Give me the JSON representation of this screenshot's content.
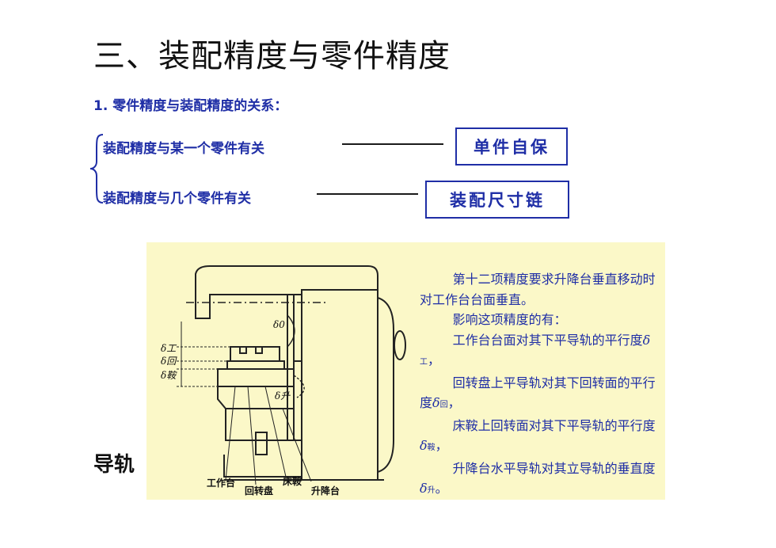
{
  "title": "三、装配精度与零件精度",
  "subtitle": "1. 零件精度与装配精度的关系：",
  "relations": [
    {
      "text": "装配精度与某一个零件有关",
      "result": "单件自保"
    },
    {
      "text": "装配精度与几个零件有关",
      "result": "装配尺寸链"
    }
  ],
  "side_label": "导轨",
  "diagram": {
    "labels": {
      "workbench": "工作台",
      "turntable": "回转盘",
      "saddle": "床鞍",
      "lift": "升降台"
    },
    "symbols": {
      "d_work": "δ工",
      "d_turn": "δ回",
      "d_saddle": "δ鞍",
      "d_zero": "δ0",
      "d_lift": "δ升"
    }
  },
  "description": {
    "p1": "第十二项精度要求升降台垂直移动时对工作台台面垂直。",
    "p2": "影响这项精度的有：",
    "p3_text": "工作台台面对其下平导轨的平行度",
    "p3_sym": "δ",
    "p3_sub": "工",
    "p3_end": "，",
    "p4_text": "回转盘上平导轨对其下回转面的平行度",
    "p4_sym": "δ",
    "p4_sub": "回",
    "p4_end": "，",
    "p5_text": "床鞍上回转面对其下平导轨的平行度",
    "p5_sym": "δ",
    "p5_sub": "鞍",
    "p5_end": "，",
    "p6_text": "升降台水平导轨对其立导轨的垂直度",
    "p6_sym": "δ",
    "p6_sub": "升",
    "p6_end": "。"
  },
  "colors": {
    "accent": "#1f2ea6",
    "panel_bg": "#fbf8c8"
  }
}
